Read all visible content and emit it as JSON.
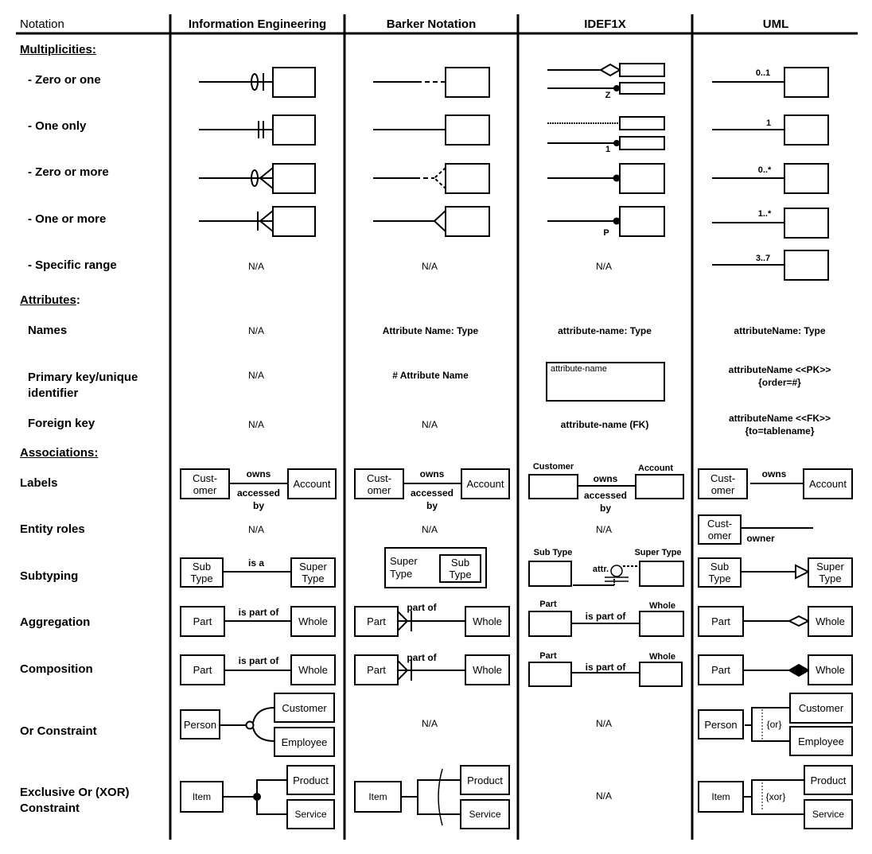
{
  "headers": [
    "Notation",
    "Information Engineering",
    "Barker Notation",
    "IDEF1X",
    "UML"
  ],
  "sections": {
    "multiplicities": "Multiplicities:",
    "attributes": "Attributes",
    "attributes_colon": ":",
    "associations": "Associations:"
  },
  "rows": {
    "zero_or_one": "- Zero or one",
    "one_only": "- One only",
    "zero_or_more": "- Zero or more",
    "one_or_more": "- One or more",
    "specific_range": "- Specific range",
    "names": "Names",
    "pk": "Primary key/unique\nidentifier",
    "fk": "Foreign key",
    "labels": "Labels",
    "entity_roles": "Entity roles",
    "subtyping": "Subtyping",
    "aggregation": "Aggregation",
    "composition": "Composition",
    "or_constraint": "Or Constraint",
    "xor_constraint": "Exclusive Or (XOR)\nConstraint"
  },
  "na": "N/A",
  "idef1x_marks": {
    "z": "Z",
    "one": "1",
    "p": "P"
  },
  "uml_mult": {
    "zero_or_one": "0..1",
    "one": "1",
    "zero_more": "0..*",
    "one_more": "1..*",
    "range": "3..7"
  },
  "attr": {
    "barker_name": "Attribute Name: Type",
    "idef_name": "attribute-name: Type",
    "uml_name": "attributeName: Type",
    "barker_pk": "# Attribute Name",
    "idef_pk_box": "attribute-name",
    "uml_pk": "attributeName <<PK>>\n{order=#}",
    "idef_fk": "attribute-name (FK)",
    "uml_fk": "attributeName <<FK>>\n{to=tablename}"
  },
  "assoc": {
    "customer_split": "Cust-\nomer",
    "customer": "Customer",
    "account": "Account",
    "owns": "owns",
    "accessed_by": "accessed\nby",
    "owner": "owner",
    "sub_type": "Sub\nType",
    "super_type": "Super\nType",
    "sub_type_title": "Sub Type",
    "super_type_title": "Super Type",
    "super_label": "Super",
    "type_label": "Type",
    "is_a": "is a",
    "attr": "attr.",
    "part": "Part",
    "whole": "Whole",
    "is_part_of": "is part of",
    "part_of": "part of",
    "person": "Person",
    "employee": "Employee",
    "or": "{or}",
    "item": "Item",
    "product": "Product",
    "service": "Service",
    "xor": "{xor}"
  }
}
